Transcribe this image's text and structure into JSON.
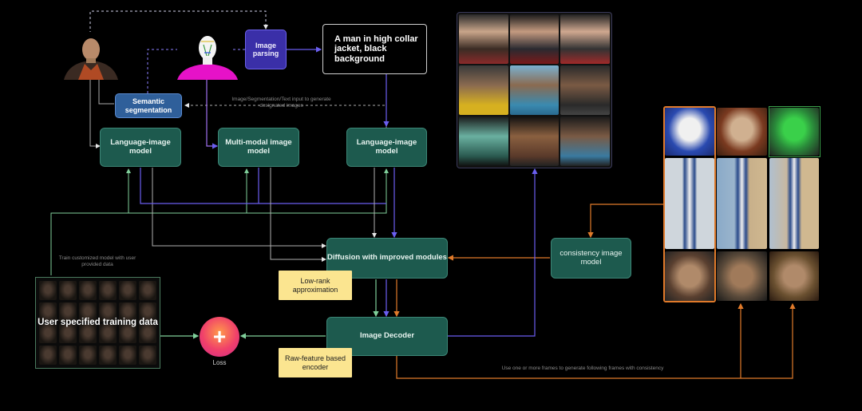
{
  "nodes": {
    "image_parsing": "Image parsing",
    "prompt": "A man in high collar jacket, black background",
    "semantic_seg": "Semantic segmentation",
    "lim_left": "Language-image model",
    "mm_model": "Multi-modal image model",
    "lim_right": "Language-image model",
    "diffusion": "Diffusion with improved modules",
    "low_rank": "Low-rank approximation",
    "decoder": "Image Decoder",
    "raw_feature": "Raw-feature based encoder",
    "consistency": "consistency image model",
    "user_data": "User specified training data",
    "loss_label": "Loss",
    "loss_symbol": "+"
  },
  "annotations": {
    "gen_note": "Image/Segmentation/Text input to generate designated images",
    "train_note": "Train customized model with user provided data",
    "frames_note": "Use one or more frames to generate following frames with consistency"
  },
  "colors": {
    "background": "#000000",
    "teal": "#1d5a4e",
    "yellow": "#fbe590",
    "purple": "#5b51e0",
    "orange": "#e07a2a",
    "green": "#7fcf9a",
    "magenta": "#e612c8"
  }
}
